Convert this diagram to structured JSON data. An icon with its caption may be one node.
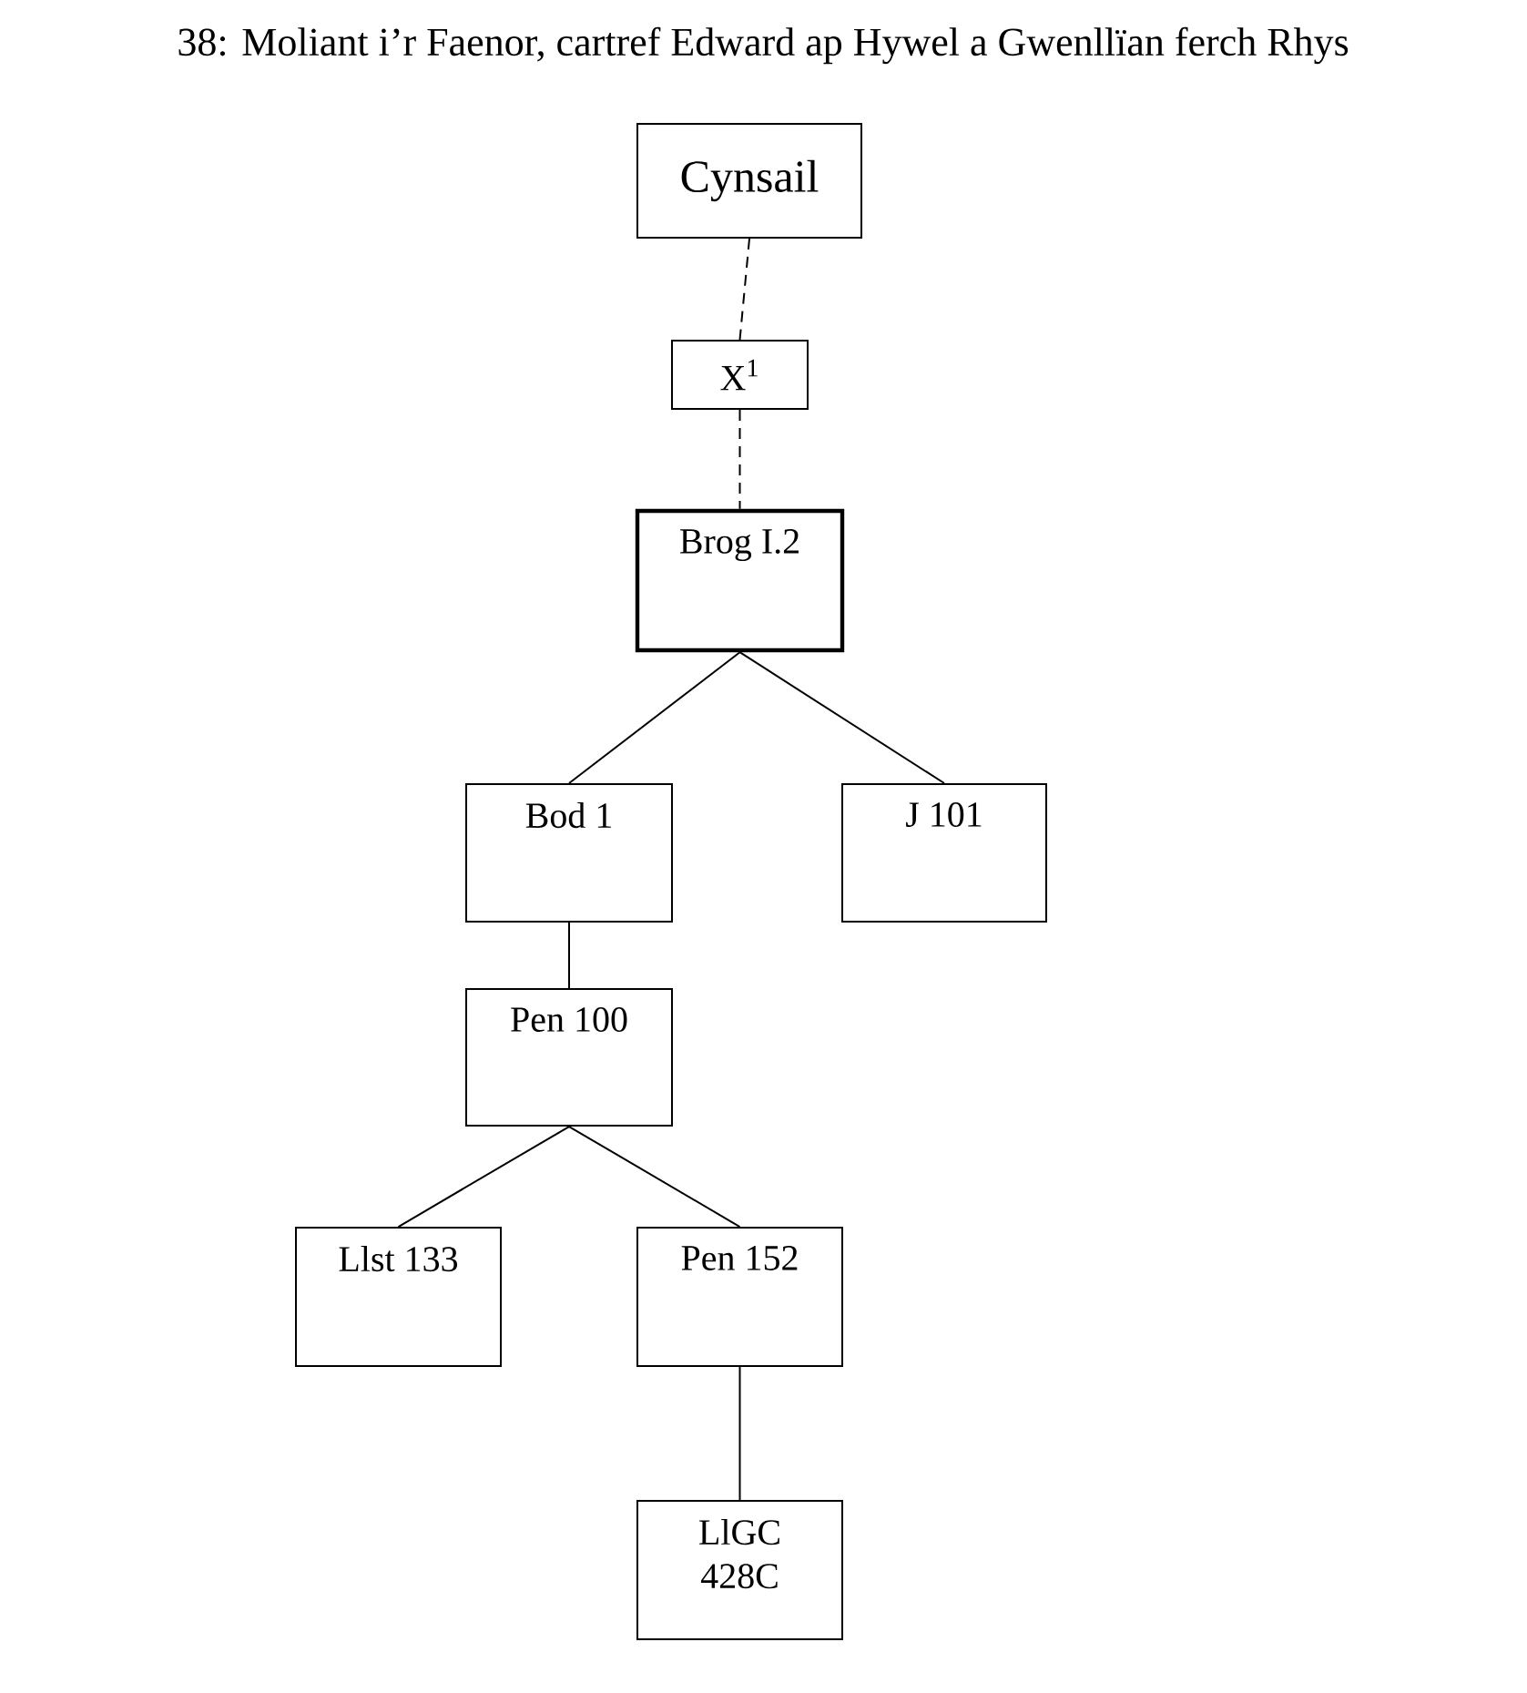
{
  "diagram": {
    "title": "38: Moliant i’r Faenor, cartref Edward ap Hywel a Gwenllïan ferch Rhys",
    "nodes": [
      {
        "text": [
          "Cynsail"
        ]
      },
      {
        "text": [
          "X$^{1}$"
        ]
      },
      {
        "text": [
          "Brog I.2"
        ]
      },
      {
        "text": [
          "Bod 1"
        ]
      },
      {
        "text": [
          "J 101"
        ]
      },
      {
        "text": [
          "Pen 100"
        ]
      },
      {
        "text": [
          "Llst 133"
        ]
      },
      {
        "text": [
          "Pen 152"
        ]
      },
      {
        "text": [
          "LlGC 428C"
        ]
      }
    ],
    "edges": [
      {
        "from": 0,
        "to": 1,
        "arrow": "none",
        "style": "dashed"
      },
      {
        "from": 1,
        "to": 2,
        "arrow": "none",
        "style": "dashed"
      },
      {
        "from": 2,
        "to": 3,
        "arrow": "none"
      },
      {
        "from": 2,
        "to": 4,
        "arrow": "none"
      },
      {
        "from": 3,
        "to": 5,
        "arrow": "none"
      },
      {
        "from": 5,
        "to": 6,
        "arrow": "none"
      },
      {
        "from": 5,
        "to": 7,
        "arrow": "none"
      },
      {
        "from": 7,
        "to": 8,
        "arrow": "none"
      }
    ]
  }
}
